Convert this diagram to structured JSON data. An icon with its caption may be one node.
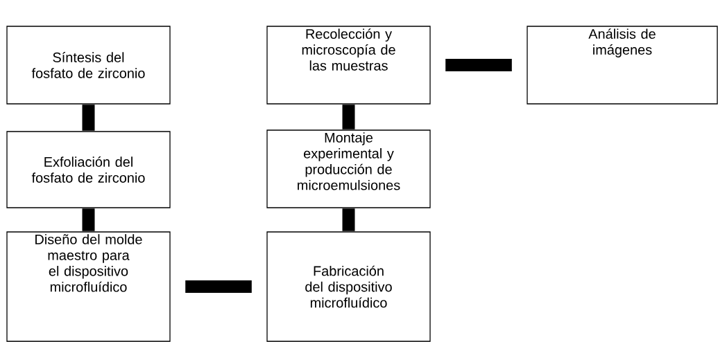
{
  "diagram": {
    "nodes": [
      {
        "text": [
          "Síntesis del fosfato de zirconio"
        ]
      },
      {
        "text": [
          "Recolección y microscopía de las muestras"
        ]
      },
      {
        "text": [
          "Análisis de imágenes"
        ]
      },
      {
        "text": [
          "Exfoliación del fosfato de zirconio"
        ]
      },
      {
        "text": [
          "Montaje experimental y producción de microemulsiones"
        ]
      },
      {
        "text": [
          "Diseño del molde maestro para el dispositivo microfluídico"
        ]
      },
      {
        "text": [
          "Fabricación del dispositivo microfluídico"
        ]
      }
    ],
    "edges": [
      {
        "from": 0,
        "to": 3,
        "arrow": "none"
      },
      {
        "from": 3,
        "to": 5,
        "arrow": "none"
      },
      {
        "from": 5,
        "to": 6,
        "arrow": "none"
      },
      {
        "from": 6,
        "to": 4,
        "arrow": "none"
      },
      {
        "from": 4,
        "to": 1,
        "arrow": "none"
      },
      {
        "from": 1,
        "to": 2,
        "arrow": "none"
      }
    ]
  }
}
